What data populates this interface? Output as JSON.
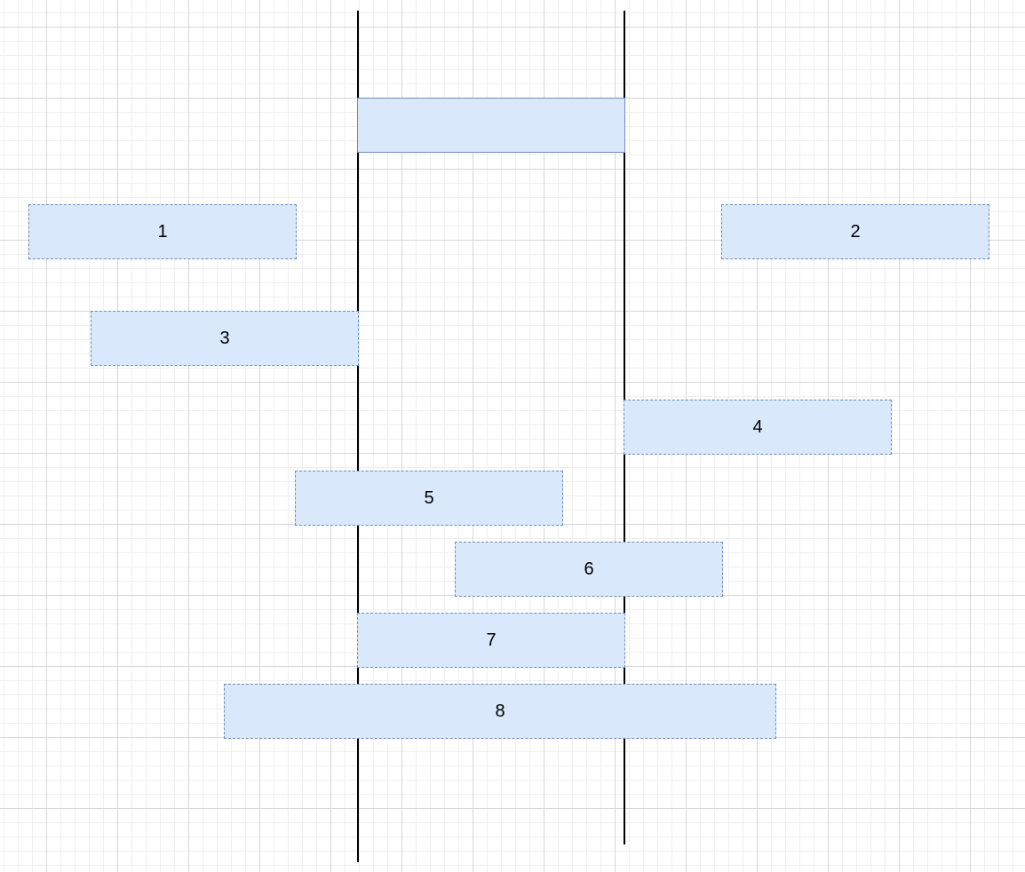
{
  "diagram": {
    "reference_box": {
      "label": ""
    },
    "boxes": [
      {
        "label": "1"
      },
      {
        "label": "2"
      },
      {
        "label": "3"
      },
      {
        "label": "4"
      },
      {
        "label": "5"
      },
      {
        "label": "6"
      },
      {
        "label": "7"
      },
      {
        "label": "8"
      }
    ],
    "colors": {
      "fill": "#dae8fc",
      "stroke": "#6c8ebf",
      "line": "#000000",
      "grid": "#d7d7d7"
    }
  }
}
